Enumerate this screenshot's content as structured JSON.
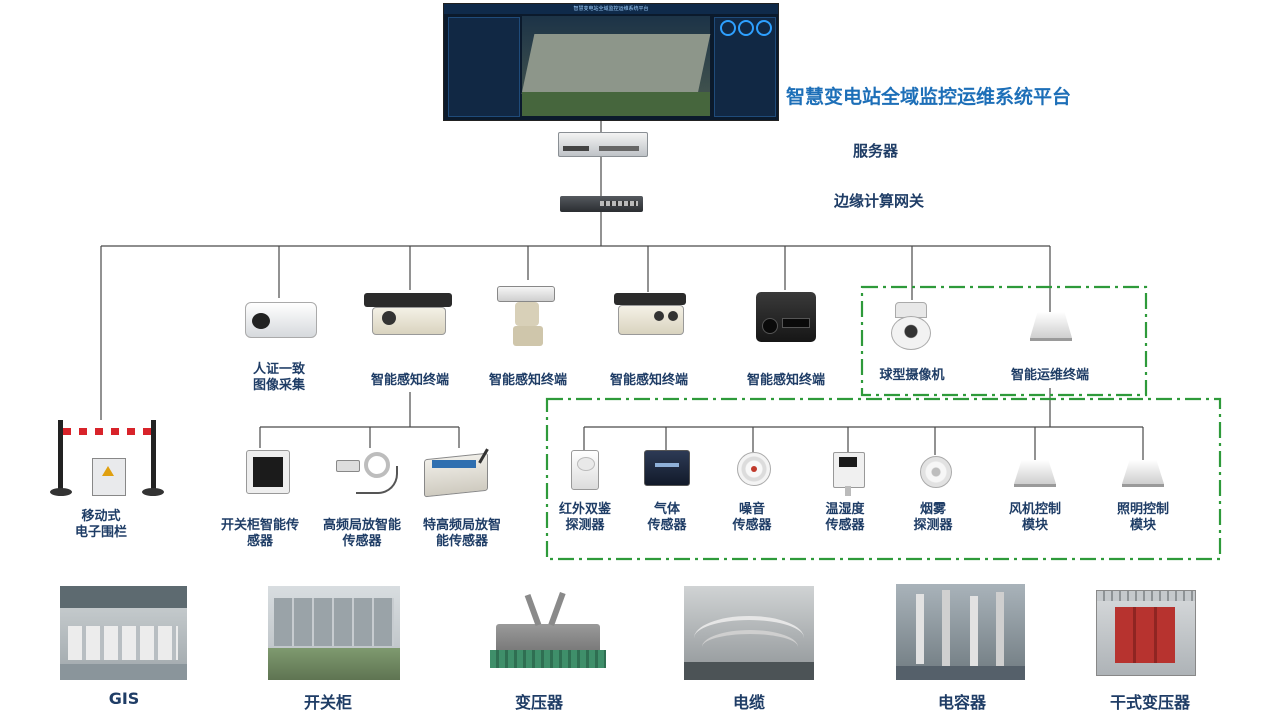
{
  "platform": {
    "title": "智慧变电站全域监控运维系统平台",
    "screen_title": "智慧变电站全域监控运维系统平台"
  },
  "network": {
    "server_label": "服务器",
    "gateway_label": "边缘计算网关"
  },
  "devices": {
    "barrier": "移动式\n电子围栏",
    "face_capture": "人证一致\n图像采集",
    "terminal_1": "智能感知终端",
    "terminal_2": "智能感知终端",
    "terminal_3": "智能感知终端",
    "terminal_4": "智能感知终端",
    "dome_camera": "球型摄像机",
    "ops_terminal": "智能运维终端"
  },
  "sub_sensors": {
    "switchgear_sensor": "开关柜智能传\n感器",
    "hf_pd_sensor": "高频局放智能\n传感器",
    "uhf_pd_sensor": "特高频局放智\n能传感器"
  },
  "ops_modules": {
    "infrared": "红外双鉴\n探测器",
    "gas": "气体\n传感器",
    "noise": "噪音\n传感器",
    "temp_humidity": "温湿度\n传感器",
    "smoke": "烟雾\n探测器",
    "fan_control": "风机控制\n模块",
    "light_control": "照明控制\n模块"
  },
  "equipment": {
    "gis": "GIS",
    "switchgear": "开关柜",
    "transformer": "变压器",
    "cable": "电缆",
    "capacitor": "电容器",
    "dry_transformer": "干式变压器"
  },
  "colors": {
    "line": "#4a4a4a",
    "dash_green": "#2e9a3a",
    "title_blue": "#1d6fb8",
    "label_navy": "#1f3d66"
  }
}
